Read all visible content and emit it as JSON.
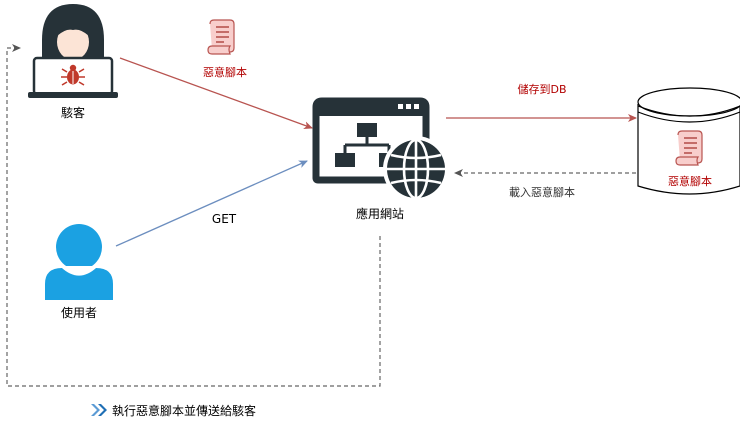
{
  "nodes": {
    "hacker": "駭客",
    "user": "使用者",
    "webapp": "應用網站",
    "db_script": "惡意腳本"
  },
  "edges": {
    "hacker_to_webapp": "惡意腳本",
    "user_to_webapp": "GET",
    "webapp_to_db": "儲存到DB",
    "db_to_webapp": "載入惡意腳本"
  },
  "footer": {
    "caption": "執行惡意腳本並傳送給駭客"
  },
  "colors": {
    "red_arrow": "#b85450",
    "blue_arrow": "#6c8ebf",
    "dashed_arrow": "#666666",
    "icon_dark": "#263238",
    "user_blue": "#1ba1e2",
    "scroll_fill": "#f8cecc",
    "scroll_stroke": "#b85450",
    "red_text": "#b20000"
  },
  "icons": {
    "hacker": "hacker-icon",
    "user": "user-icon",
    "webapp": "web-app-icon",
    "database": "database-icon",
    "script": "script-scroll-icon",
    "caption": "double-chevron-icon"
  }
}
